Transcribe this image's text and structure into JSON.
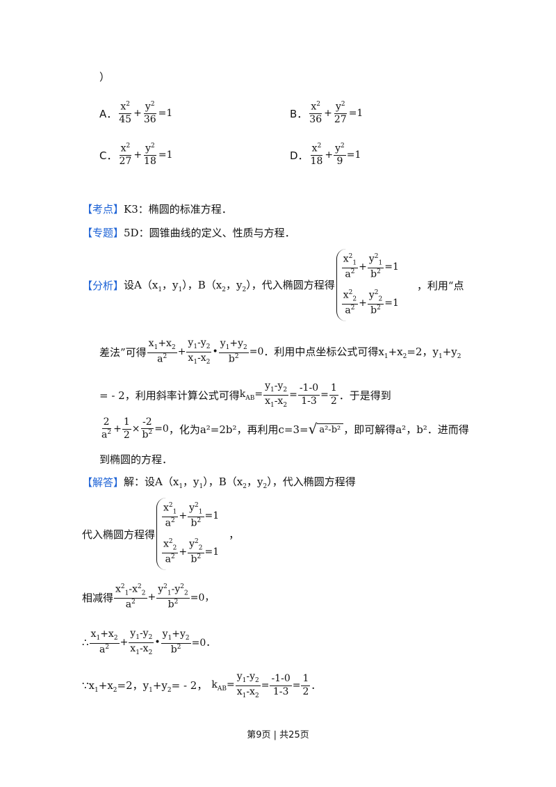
{
  "top": {
    "paren": "）"
  },
  "options": [
    {
      "letter": "A．",
      "d1": "45",
      "d2": "36",
      "rhs": "=1"
    },
    {
      "letter": "B．",
      "d1": "36",
      "d2": "27",
      "rhs": "=1"
    },
    {
      "letter": "C．",
      "d1": "27",
      "d2": "18",
      "rhs": "=1"
    },
    {
      "letter": "D．",
      "d1": "18",
      "d2": "9",
      "rhs": "=1"
    }
  ],
  "sym": {
    "x2": "x",
    "y2": "y",
    "sq": "2",
    "plus": "+",
    "dot": "•",
    "eq0": "=0",
    "a2": "a",
    "b2": "b"
  },
  "kaodian": {
    "tag": "【考点】",
    "text": "K3：椭圆的标准方程．"
  },
  "zhuanti": {
    "tag": "【专题】",
    "text": "5D：圆锥曲线的定义、性质与方程．"
  },
  "fenxi": {
    "tag": "【分析】",
    "lead": "设A（x",
    "s1": "1",
    "m1": "，y",
    "s2": "1",
    "m2": "），B（x",
    "s3": "2",
    "m3": "，y",
    "s4": "2",
    "m4": "），代入椭圆方程得",
    "tail": "，利用“点",
    "line2_lead": "差法”可得",
    "line2_mid": "．利用中点坐标公式可得x",
    "line2_mid2": "+x",
    "line2_eq": "=2，y",
    "line2_end": "+y",
    "line3_lead": "= - 2，利用斜率计算公式可得",
    "k": "k",
    "kab": "AB",
    "slope_num1": "-1-0",
    "slope_den1": "1-3",
    "half_num": "1",
    "half_den": "2",
    "line3_tail": "．于是得到",
    "line4_a": "2",
    "line4_times": "×",
    "line4_m2": "-2",
    "line4_text": "，化为a²=2b²，再利用c=3=",
    "line4_rad": "a²-b²",
    "line4_tail": "，即可解得a²，b²．进而得",
    "line5": "到椭圆的方程．"
  },
  "jieda": {
    "tag": "【解答】",
    "lead": "解：设A（x",
    "mid": "），B（x",
    "daoru": "代入椭圆方程得",
    "comma": "，",
    "xiangjian": "相减得",
    "therefore": "∴",
    "because": "∵x",
    "because_tail": "= - 2，",
    "period": "．"
  },
  "footer": {
    "text": "第9页 | 共25页"
  }
}
